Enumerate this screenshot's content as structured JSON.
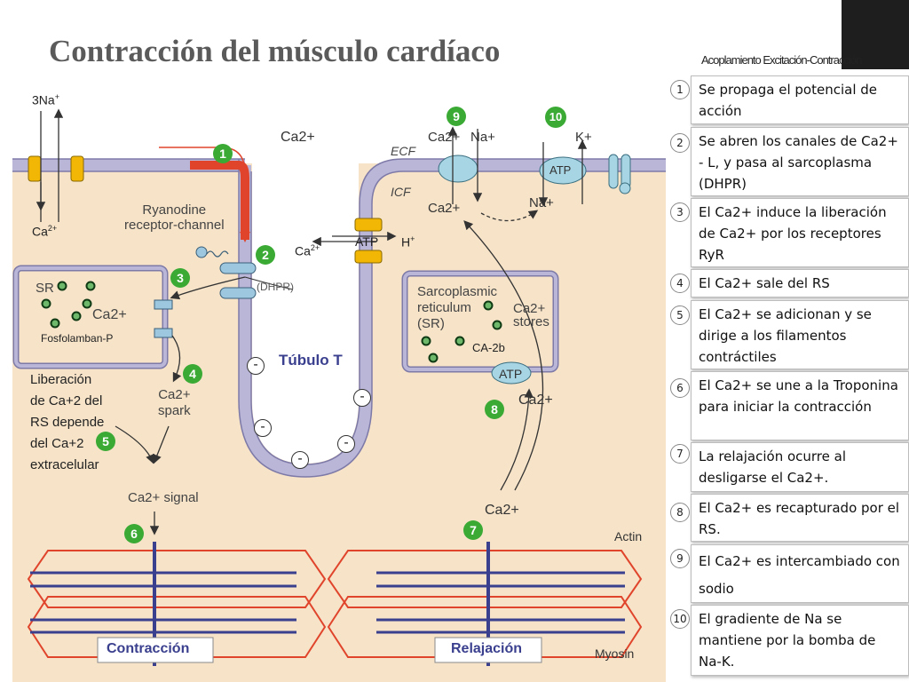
{
  "title": "Contracción del músculo cardíaco",
  "subtitle": "Acoplamiento Excitación-Contracción",
  "diagram": {
    "na_label": "3Na",
    "na_sup": "+",
    "ca_left": "Ca",
    "ca_left_sup": "2+",
    "ca_top": "Ca2+",
    "ryanodine_line1": "Ryanodine",
    "ryanodine_line2": "receptor-channel",
    "ca_pump": "Ca",
    "ca_pump_sup": "2+",
    "atp_pump": "ATP",
    "h_plus": "H",
    "h_sup": "+",
    "dhpr": "(DHPR)",
    "sr": "SR",
    "sr_ca": "Ca2+",
    "fosfolamban": "Fosfolamban-P",
    "liberacion_text": [
      "Liberación",
      "de Ca+2 del",
      "RS depende",
      "del Ca+2",
      "extracelular"
    ],
    "ca_spark_1": "Ca2+",
    "ca_spark_2": "spark",
    "ca_signal": "Ca2+ signal",
    "tubulo_t": "Túbulo T",
    "minus": "-",
    "ecf": "ECF",
    "icf": "ICF",
    "exchanger_ca_top": "Ca2+",
    "exchanger_na_top": "Na+",
    "exchanger_ca_bottom": "Ca2+",
    "exchanger_na_bottom": "Na+",
    "k_plus": "K+",
    "atp_pump_right": "ATP",
    "sarcoplasmic_1": "Sarcoplasmic",
    "sarcoplasmic_2": "reticulum",
    "sarcoplasmic_3": "(SR)",
    "ca_stores_1": "Ca2+",
    "ca_stores_2": "stores",
    "ca_2b": "CA-2b",
    "atp_sr": "ATP",
    "ca_sr_right": "Ca2+",
    "ca_bottom_right": "Ca2+",
    "actin": "Actin",
    "myosin": "Myosin",
    "contraccion": "Contracción",
    "relajacion": "Relajación",
    "step_badges": [
      "1",
      "2",
      "3",
      "4",
      "5",
      "6",
      "7",
      "8",
      "9",
      "10"
    ]
  },
  "steps": [
    {
      "num": "1",
      "text": "Se propaga el potencial de acción"
    },
    {
      "num": "2",
      "text": "Se abren los canales de Ca2+ - L, y pasa al sarcoplasma (DHPR)"
    },
    {
      "num": "3",
      "text": "El Ca2+ induce la liberación de Ca2+ por los receptores RyR"
    },
    {
      "num": "4",
      "text": "El Ca2+ sale del RS"
    },
    {
      "num": "5",
      "text": "El Ca2+ se adicionan y se dirige a los filamentos contráctiles"
    },
    {
      "num": "6",
      "text": "El Ca2+ se une a la Troponina para iniciar la contracción"
    },
    {
      "num": "7",
      "text": "La relajación ocurre al desligarse el Ca2+."
    },
    {
      "num": "8",
      "text": "El Ca2+ es recapturado por el RS."
    },
    {
      "num": "9",
      "text": "El Ca2+ es intercambiado con sodio"
    },
    {
      "num": "10",
      "text": "El gradiente de Na se mantiene  por la bomba de Na-K."
    }
  ],
  "colors": {
    "cytoplasm": "#f6e3c8",
    "membrane": "#b9b6d8",
    "membrane_dark": "#7e7aa8",
    "green_badge": "#3aaa35",
    "channel_yellow": "#f2b705",
    "red_signal": "#e0452c"
  }
}
